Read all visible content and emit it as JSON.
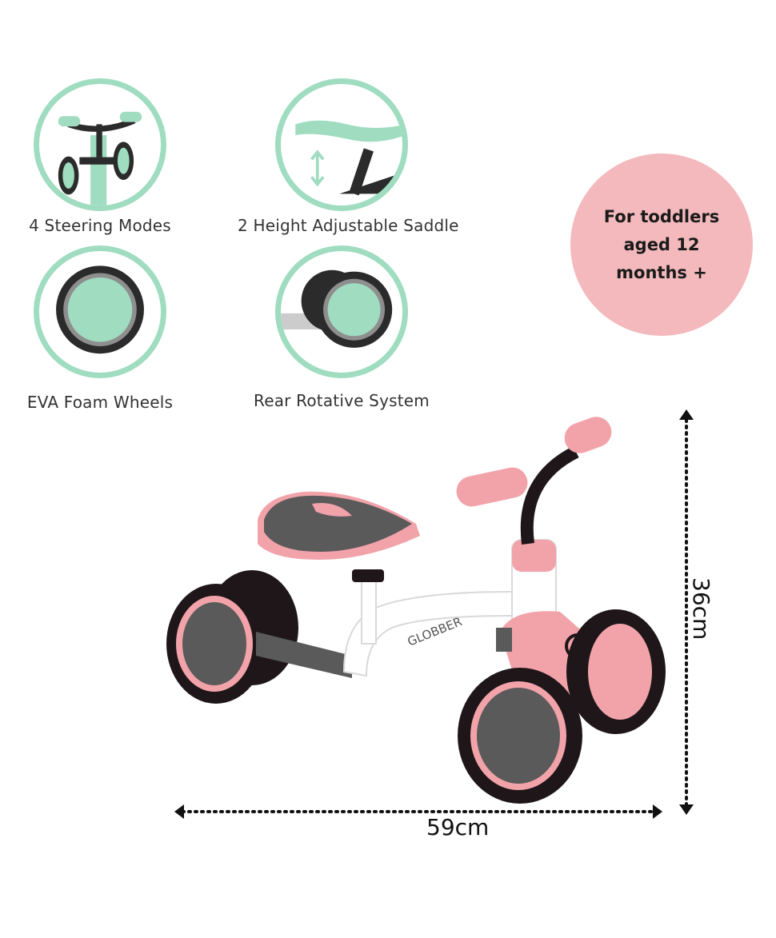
{
  "features": [
    {
      "label": "4 Steering Modes",
      "icon": "steering-icon"
    },
    {
      "label": "2 Height Adjustable Saddle",
      "icon": "saddle-icon"
    },
    {
      "label": "EVA Foam Wheels",
      "icon": "wheel-icon"
    },
    {
      "label": "Rear Rotative System",
      "icon": "rear-wheel-icon"
    }
  ],
  "badge": {
    "text": "For toddlers aged 12 months +"
  },
  "dimensions": {
    "length": "59cm",
    "height": "36cm"
  },
  "brand": {
    "name": "GLOBBER"
  },
  "colors": {
    "mint": "#9fdcc0",
    "pink": "#f4b9bc",
    "dark": "#2b2b2b",
    "grey": "#5a5a5a"
  }
}
